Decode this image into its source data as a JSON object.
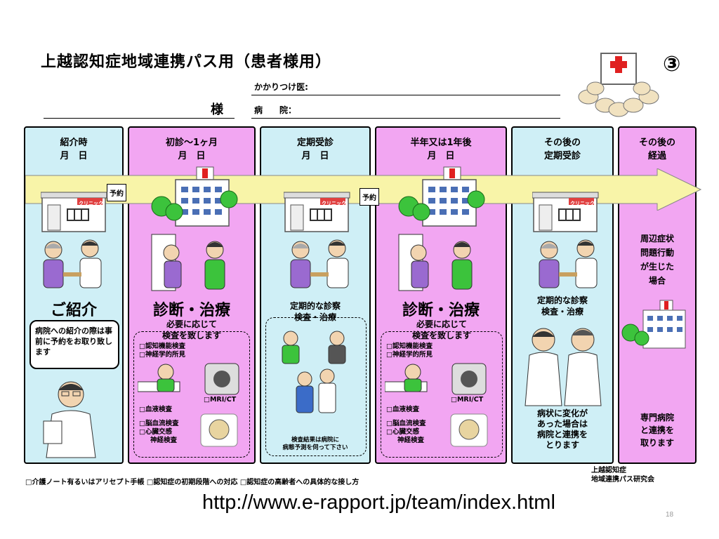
{
  "title": "上越認知症地域連携パス用（患者様用）",
  "badge_number": "③",
  "header": {
    "doctor_label": "かかりつけ医:",
    "sama_label": "様",
    "hospital_label": "病　　院："
  },
  "columns": [
    {
      "head": "紹介時\n月　日",
      "color": "#cfeff6"
    },
    {
      "head": "初診～1ヶ月\n月　日",
      "color": "#f2a6f2"
    },
    {
      "head": "定期受診\n月　日",
      "color": "#cfeff6"
    },
    {
      "head": "半年又は1年後\n月　日",
      "color": "#f2a6f2"
    },
    {
      "head": "その後の\n定期受診",
      "color": "#cfeff6"
    },
    {
      "head": "その後の\n経過",
      "color": "#f2a6f2"
    }
  ],
  "yoyaku_label": "予約",
  "clinic_sign": "クリニック",
  "col1": {
    "big": "ご紹介",
    "bubble": "病院への紹介の際は事前に予約をお取り致します"
  },
  "col2": {
    "big": "診断・治療",
    "mid": "必要に応じて\n検査を致します",
    "checks_top": [
      "□認知機能検査",
      "□神経学的所見"
    ],
    "checks_mid": [
      "□MRI/CT"
    ],
    "checks_bottom": [
      "□血液検査",
      "□脳血流検査",
      "□心臓交感",
      "神経検査"
    ]
  },
  "col3": {
    "mid": "定期的な診察\n検査・治療",
    "note": "検査結果は病院に\n病態予測を伺って下さい"
  },
  "col4": {
    "big": "診断・治療",
    "mid": "必要に応じて\n検査を致します",
    "checks_top": [
      "□認知機能検査",
      "□神経学的所見"
    ],
    "checks_mid": [
      "□MRI/CT"
    ],
    "checks_bottom": [
      "□血液検査",
      "□脳血流検査",
      "□心臓交感",
      "神経検査"
    ]
  },
  "col5": {
    "mid": "定期的な診察\n検査・治療",
    "bottom": "病状に変化が\nあった場合は\n病院と連携を\nとります"
  },
  "col6": {
    "mid": "周辺症状\n問題行動\nが生じた\n場合",
    "bottom": "専門病院\nと連携を\n取ります"
  },
  "footer": "□介護ノート有るいはアリセプト手帳 □認知症の初期段階への対応 □認知症の高齢者への具体的な接し方",
  "organization": "上越認知症\n地域連携パス研究会",
  "url": "http://www.e-rapport.jp/team/index.html",
  "page_number": "18"
}
